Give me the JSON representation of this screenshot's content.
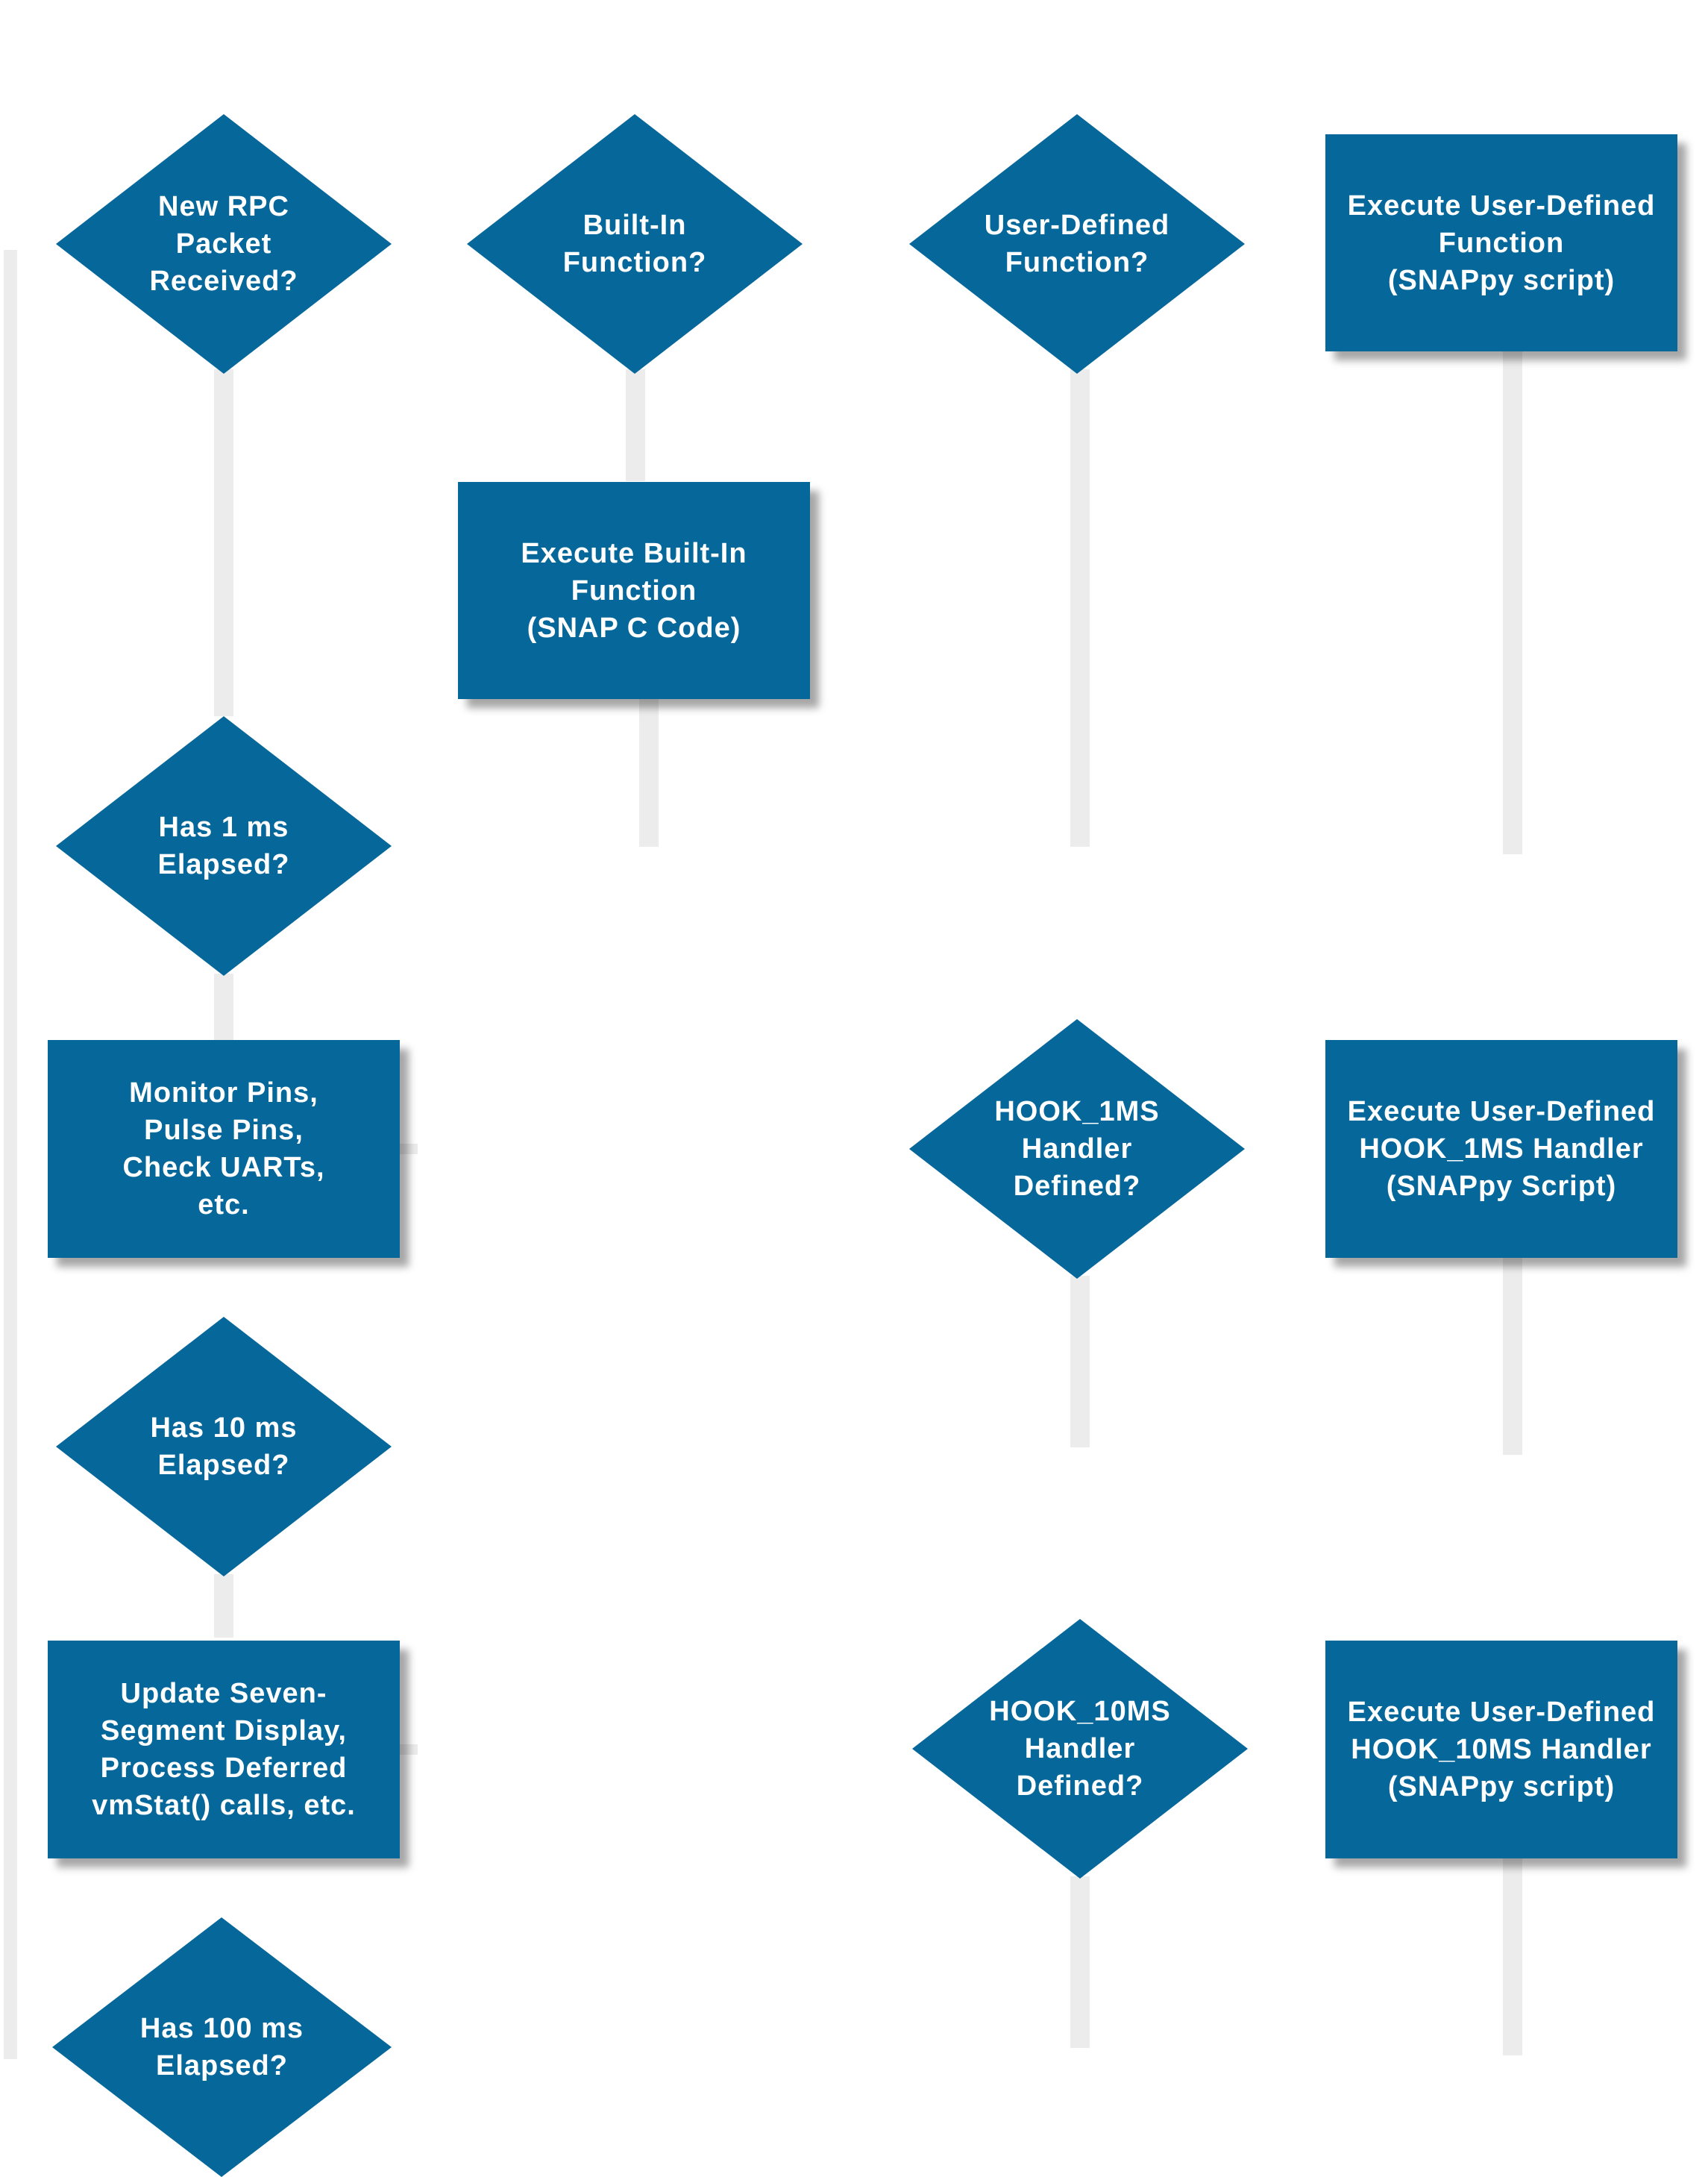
{
  "colors": {
    "node_fill": "#06679A",
    "connector": "#ececec",
    "text": "#ffffff"
  },
  "nodes": [
    {
      "id": "n1",
      "shape": "diamond",
      "lines": [
        "New RPC",
        "Packet",
        "Received?"
      ]
    },
    {
      "id": "n2",
      "shape": "diamond",
      "lines": [
        "Built-In",
        "Function?"
      ]
    },
    {
      "id": "n3",
      "shape": "diamond",
      "lines": [
        "User-Defined",
        "Function?"
      ]
    },
    {
      "id": "n4",
      "shape": "rect",
      "lines": [
        "Execute User-Defined",
        "Function",
        "(SNAPpy script)"
      ]
    },
    {
      "id": "n5",
      "shape": "rect",
      "lines": [
        "Execute Built-In",
        "Function",
        "(SNAP C Code)"
      ]
    },
    {
      "id": "n6",
      "shape": "diamond",
      "lines": [
        "Has 1 ms",
        "Elapsed?"
      ]
    },
    {
      "id": "n7",
      "shape": "rect",
      "lines": [
        "Monitor Pins,",
        "Pulse Pins,",
        "Check UARTs,",
        "etc."
      ]
    },
    {
      "id": "n8",
      "shape": "diamond",
      "lines": [
        "HOOK_1MS",
        "Handler",
        "Defined?"
      ]
    },
    {
      "id": "n9",
      "shape": "rect",
      "lines": [
        "Execute User-Defined",
        "HOOK_1MS Handler",
        "(SNAPpy Script)"
      ]
    },
    {
      "id": "n10",
      "shape": "diamond",
      "lines": [
        "Has 10 ms",
        "Elapsed?"
      ]
    },
    {
      "id": "n11",
      "shape": "rect",
      "lines": [
        "Update Seven-",
        "Segment Display,",
        "Process Deferred",
        "vmStat() calls, etc."
      ]
    },
    {
      "id": "n12",
      "shape": "diamond",
      "lines": [
        "HOOK_10MS",
        "Handler",
        "Defined?"
      ]
    },
    {
      "id": "n13",
      "shape": "rect",
      "lines": [
        "Execute User-Defined",
        "HOOK_10MS Handler",
        "(SNAPpy script)"
      ]
    },
    {
      "id": "n14",
      "shape": "diamond",
      "lines": [
        "Has 100 ms",
        "Elapsed?"
      ]
    }
  ]
}
